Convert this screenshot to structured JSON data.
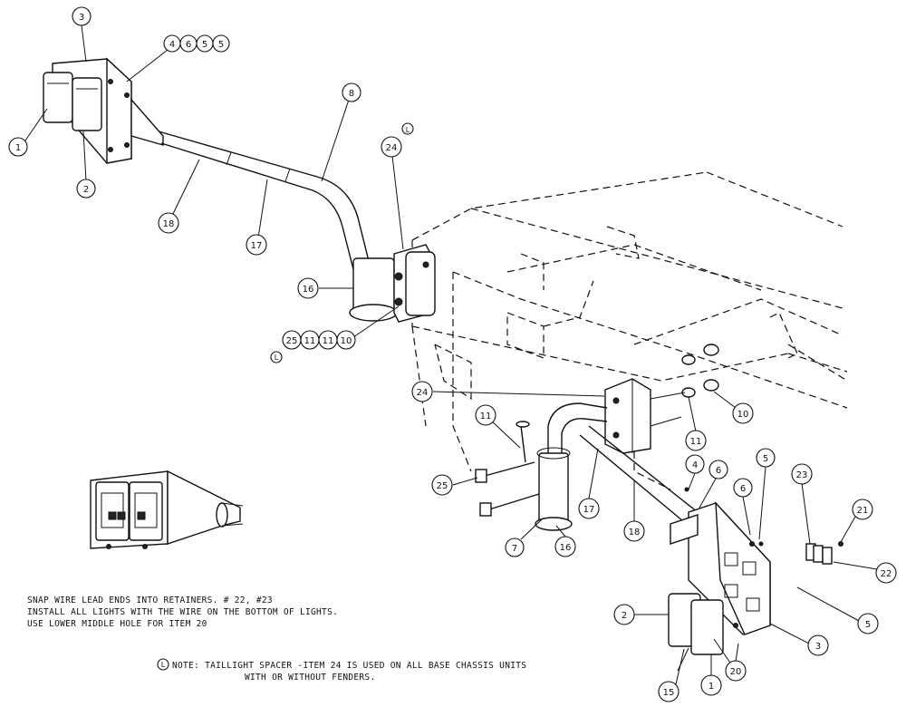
{
  "callouts": {
    "c3_top": "3",
    "c4a": "4",
    "c6a": "6",
    "c5a": "5",
    "c5b": "5",
    "c1_top": "1",
    "c2_top": "2",
    "c8": "8",
    "c18_top": "18",
    "c17_top": "17",
    "c24_top": "24",
    "c16_top": "16",
    "c25_top": "25",
    "c11a": "11",
    "c11b": "11",
    "c10_top": "10",
    "c24_bot": "24",
    "c11_r": "11",
    "c10_r": "10",
    "c11_bolt": "11",
    "c25_bolt": "25",
    "c7": "7",
    "c16_bot": "16",
    "c17_bot": "17",
    "c18_bot": "18",
    "c4_bot": "4",
    "c6_bot1": "6",
    "c6_bot2": "6",
    "c5_bot": "5",
    "c23": "23",
    "c21": "21",
    "c22": "22",
    "c5_right": "5",
    "c3_bot": "3",
    "c2_bot": "2",
    "c20": "20",
    "c1_bot": "1",
    "c15": "15"
  },
  "note_markers": {
    "top": "L",
    "mid": "L",
    "note": "L"
  },
  "instructions": [
    "SNAP WIRE LEAD ENDS INTO RETAINERS. # 22, #23",
    "INSTALL ALL LIGHTS WITH THE WIRE ON THE BOTTOM OF LIGHTS.",
    "USE LOWER MIDDLE HOLE FOR ITEM 20"
  ],
  "note": {
    "line1": "NOTE: TAILLIGHT SPACER -ITEM 24 IS USED ON ALL BASE CHASSIS UNITS",
    "line2": "WITH OR WITHOUT FENDERS."
  }
}
